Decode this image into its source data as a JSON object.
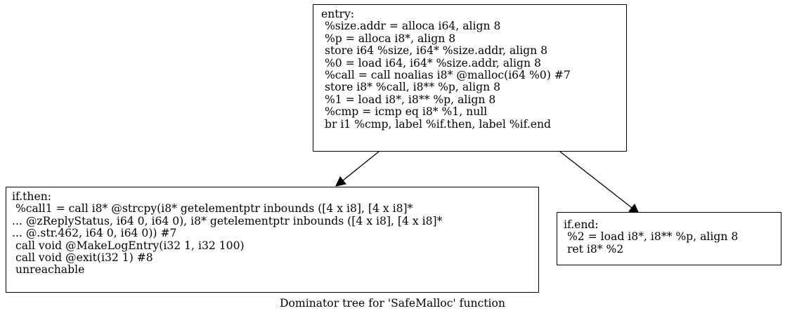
{
  "graph": {
    "caption": "Dominator tree for 'SafeMalloc' function",
    "nodes": {
      "entry": {
        "text": "entry:\n %size.addr = alloca i64, align 8\n %p = alloca i8*, align 8\n store i64 %size, i64* %size.addr, align 8\n %0 = load i64, i64* %size.addr, align 8\n %call = call noalias i8* @malloc(i64 %0) #7\n store i8* %call, i8** %p, align 8\n %1 = load i8*, i8** %p, align 8\n %cmp = icmp eq i8* %1, null\n br i1 %cmp, label %if.then, label %if.end"
      },
      "if_then": {
        "text": "if.then:\n %call1 = call i8* @strcpy(i8* getelementptr inbounds ([4 x i8], [4 x i8]*\n... @zReplyStatus, i64 0, i64 0), i8* getelementptr inbounds ([4 x i8], [4 x i8]*\n... @.str.462, i64 0, i64 0)) #7\n call void @MakeLogEntry(i32 1, i32 100)\n call void @exit(i32 1) #8\n unreachable"
      },
      "if_end": {
        "text": "if.end:\n %2 = load i8*, i8** %p, align 8\n ret i8* %2"
      }
    },
    "edges": [
      {
        "from": "entry",
        "to": "if.then"
      },
      {
        "from": "entry",
        "to": "if.end"
      }
    ]
  },
  "colors": {
    "stroke": "#000000",
    "background": "#ffffff"
  }
}
